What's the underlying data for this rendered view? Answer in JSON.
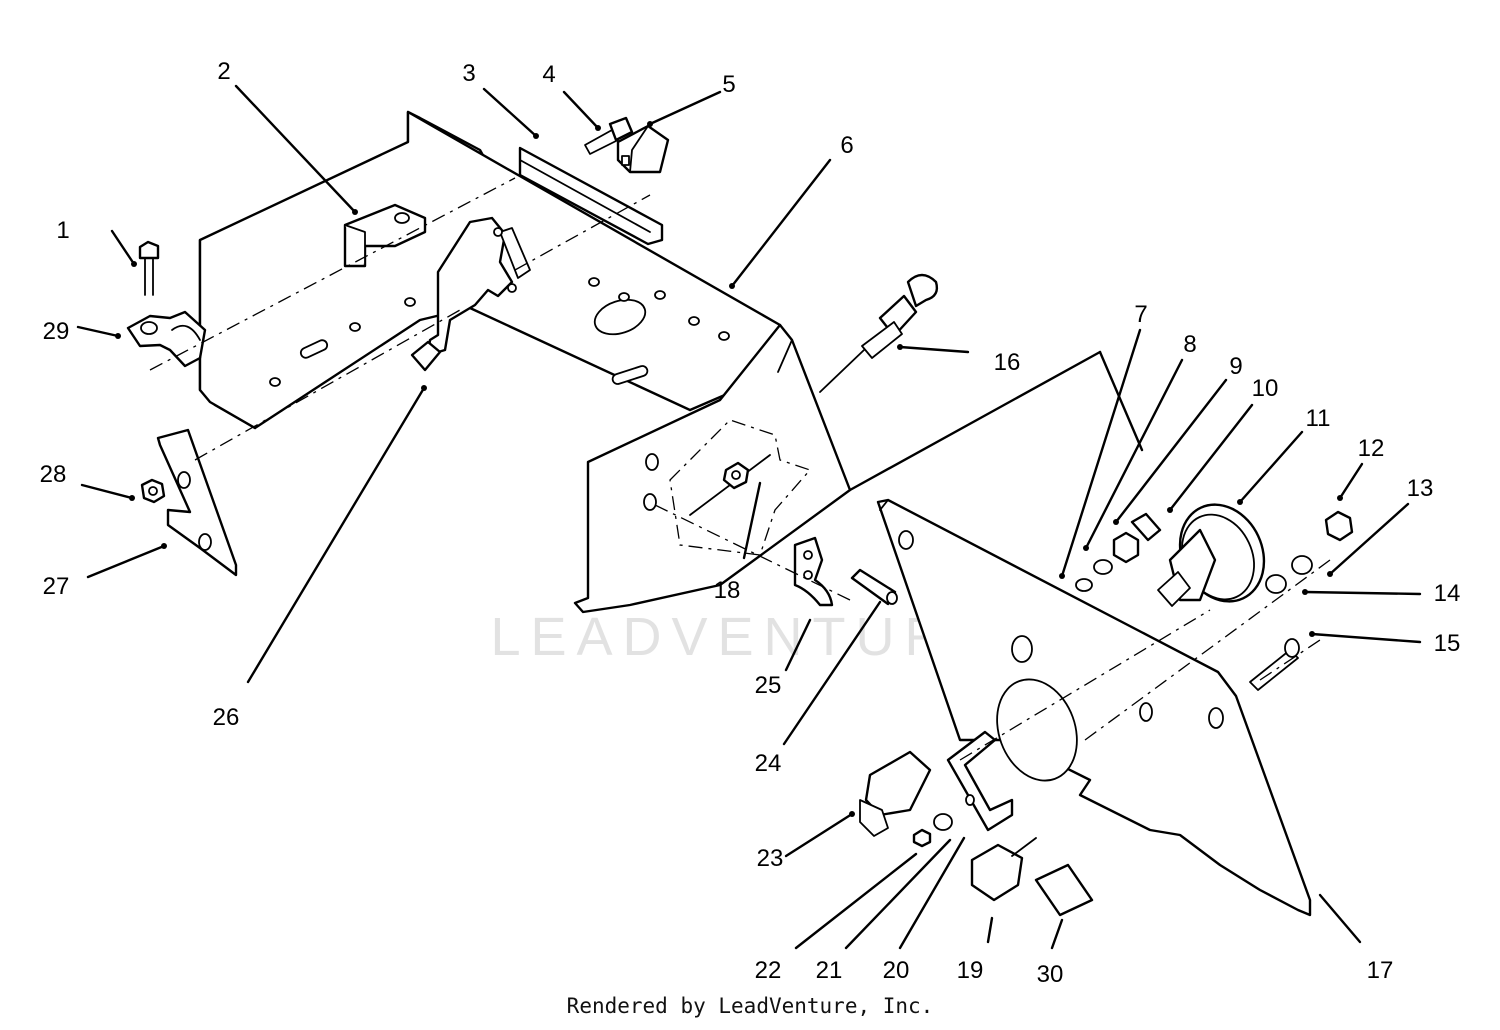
{
  "watermark": "LEADVENTURE",
  "credit": "Rendered by LeadVenture, Inc.",
  "callouts": [
    "1",
    "2",
    "3",
    "4",
    "5",
    "6",
    "7",
    "8",
    "9",
    "10",
    "11",
    "12",
    "13",
    "14",
    "15",
    "16",
    "17",
    "18",
    "19",
    "20",
    "21",
    "22",
    "23",
    "24",
    "25",
    "26",
    "27",
    "28",
    "29",
    "30"
  ]
}
